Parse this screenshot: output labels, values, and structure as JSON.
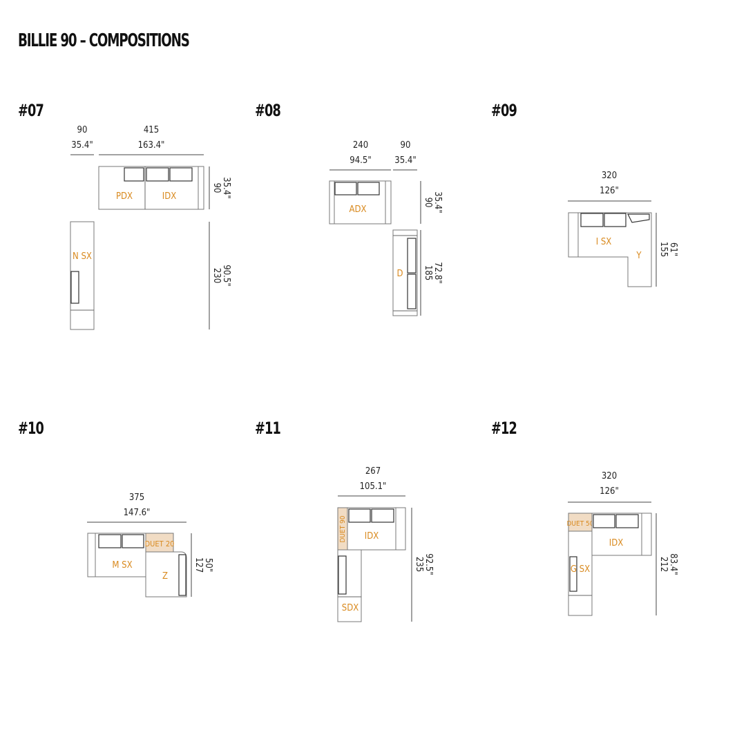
{
  "title": "BILLIE 90 – COMPOSITIONS",
  "compositions": {
    "c07": {
      "label": "#07",
      "dims": {
        "w_cm_a": "90",
        "w_in_a": "35.4\"",
        "w_cm_b": "415",
        "w_in_b": "163.4\"",
        "d_cm_a": "90",
        "d_in_a": "35.4\"",
        "d_cm_b": "230",
        "d_in_b": "90.5\""
      },
      "modules": [
        "PDX",
        "IDX",
        "N SX"
      ]
    },
    "c08": {
      "label": "#08",
      "dims": {
        "w_cm_a": "240",
        "w_in_a": "94.5\"",
        "w_cm_b": "90",
        "w_in_b": "35.4\"",
        "d_cm_a": "90",
        "d_in_a": "35.4\"",
        "d_cm_b": "185",
        "d_in_b": "72.8\""
      },
      "modules": [
        "ADX",
        "D"
      ]
    },
    "c09": {
      "label": "#09",
      "dims": {
        "w_cm": "320",
        "w_in": "126\"",
        "d_cm": "155",
        "d_in": "61\""
      },
      "modules": [
        "I SX",
        "Y"
      ]
    },
    "c10": {
      "label": "#10",
      "dims": {
        "w_cm": "375",
        "w_in": "147.6\"",
        "d_cm": "127",
        "d_in": "50\""
      },
      "modules": [
        "DUET 20",
        "M SX",
        "Z"
      ]
    },
    "c11": {
      "label": "#11",
      "dims": {
        "w_cm": "267",
        "w_in": "105.1\"",
        "d_cm": "235",
        "d_in": "92.5\""
      },
      "modules": [
        "DUET 90",
        "IDX",
        "SDX"
      ]
    },
    "c12": {
      "label": "#12",
      "dims": {
        "w_cm": "320",
        "w_in": "126\"",
        "d_cm": "212",
        "d_in": "83.4\""
      },
      "modules": [
        "DUET 50",
        "IDX",
        "G SX"
      ]
    }
  }
}
